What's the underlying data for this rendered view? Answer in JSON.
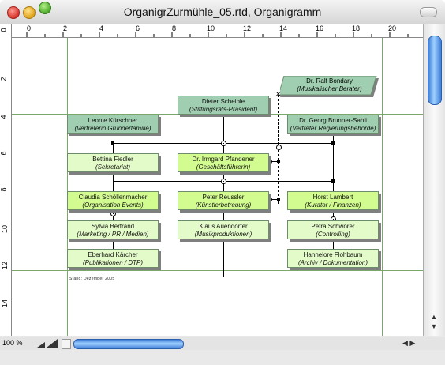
{
  "window": {
    "title": "OrganigrZurmühle_05.rtd, Organigramm"
  },
  "ruler": {
    "top_labels": [
      "0",
      "2",
      "4",
      "6",
      "8",
      "10",
      "12",
      "14",
      "16",
      "18",
      "20"
    ],
    "left_labels": [
      "0",
      "2",
      "4",
      "6",
      "8",
      "10",
      "12",
      "14"
    ]
  },
  "chart": {
    "boxes": [
      {
        "id": "bondary",
        "name": "Dr. Ralf Bondary",
        "role": "(Musikalischer Berater)"
      },
      {
        "id": "scheible",
        "name": "Dieter Scheible",
        "role": "(Stiftungsrats-Präsident)"
      },
      {
        "id": "kurschner",
        "name": "Leonie Kürschner",
        "role": "(Vertreterin Gründerfamilie)"
      },
      {
        "id": "brunner",
        "name": "Dr. Georg Brunner-Sahli",
        "role": "(Vertreter Regierungsbehörde)"
      },
      {
        "id": "fiedler",
        "name": "Bettina Fiedler",
        "role": "(Sekretariat)"
      },
      {
        "id": "pfandener",
        "name": "Dr. Irmgard Pfandener",
        "role": "(Geschäftsführerin)"
      },
      {
        "id": "schollenmacher",
        "name": "Claudia Schöllenmacher",
        "role": "(Organisation Events)"
      },
      {
        "id": "reussler",
        "name": "Peter Reussler",
        "role": "(Künstlerbetreuung)"
      },
      {
        "id": "lambert",
        "name": "Horst Lambert",
        "role": "(Kurator / Finanzen)"
      },
      {
        "id": "bertrand",
        "name": "Sylvia Bertrand",
        "role": "(Marketing / PR / Medien)"
      },
      {
        "id": "auendorfer",
        "name": "Klaus Auendorfer",
        "role": "(Musikproduktionen)"
      },
      {
        "id": "schworer",
        "name": "Petra Schwörer",
        "role": "(Controlling)"
      },
      {
        "id": "karcher",
        "name": "Eberhard Kärcher",
        "role": "(Publikationen / DTP)"
      },
      {
        "id": "flohbaum",
        "name": "Hannelore Flohbaum",
        "role": "(Archiv / Dokumentation)"
      }
    ],
    "stand": "Stand: Dezember 2005"
  },
  "status": {
    "zoom": "100 %"
  },
  "colors": {
    "teal": "#9fcfb0",
    "light": "#e2fbc8",
    "lime": "#d2fb90",
    "grid": "#7aa86a"
  }
}
